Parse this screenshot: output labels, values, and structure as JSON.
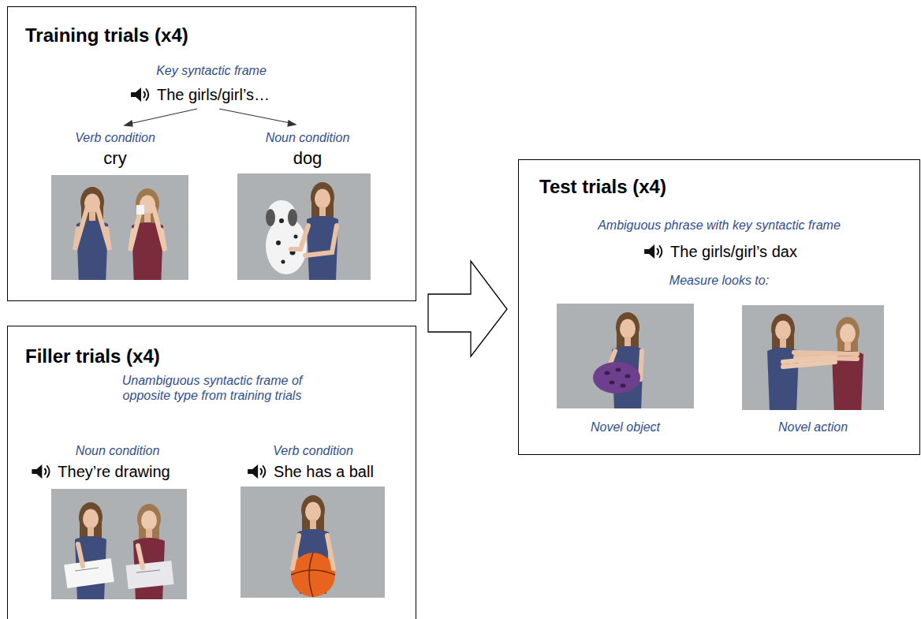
{
  "diagram": {
    "nodes": [
      {
        "text": [
          "Training trials (x4)",
          "Key syntactic frame",
          "The girls/girl’s…",
          "Verb condition",
          "cry",
          "Noun condition",
          "dog"
        ]
      },
      {
        "text": [
          "Filler trials (x4)",
          "Unambiguous syntactic frame of opposite type from training trials",
          "Noun condition",
          "They’re drawing",
          "Verb condition",
          "She has a ball"
        ]
      },
      {
        "text": [
          "Test trials (x4)",
          "Ambiguous phrase with key syntactic frame",
          "The girls/girl’s dax",
          "Measure looks to:",
          "Novel object",
          "Novel action"
        ]
      }
    ]
  }
}
